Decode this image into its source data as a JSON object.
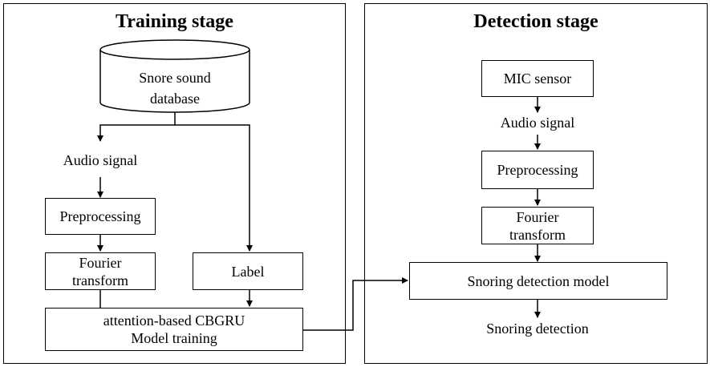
{
  "training": {
    "title": "Training stage",
    "database_line1": "Snore sound",
    "database_line2": "database",
    "audio_signal": "Audio signal",
    "preprocessing": "Preprocessing",
    "fourier_line1": "Fourier",
    "fourier_line2": "transform",
    "label": "Label",
    "model_line1": "attention-based CBGRU",
    "model_line2": "Model training"
  },
  "detection": {
    "title": "Detection stage",
    "mic_sensor": "MIC sensor",
    "audio_signal": "Audio signal",
    "preprocessing": "Preprocessing",
    "fourier_line1": "Fourier",
    "fourier_line2": "transform",
    "model": "Snoring detection model",
    "output": "Snoring detection"
  }
}
